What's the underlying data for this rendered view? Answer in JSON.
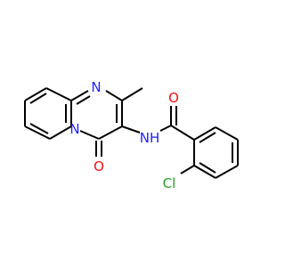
{
  "molecule": {
    "atoms": {
      "n_ring": {
        "label": "N",
        "color": "#1f1fff"
      },
      "n_bridge": {
        "label": "N",
        "color": "#1f1fff"
      },
      "o_ring": {
        "label": "O",
        "color": "#ff0d0d"
      },
      "nh_amide": {
        "label": "NH",
        "color": "#1f1fff"
      },
      "o_amide": {
        "label": "O",
        "color": "#ff0d0d"
      },
      "cl": {
        "label": "Cl",
        "color": "#1fa01f"
      }
    }
  }
}
